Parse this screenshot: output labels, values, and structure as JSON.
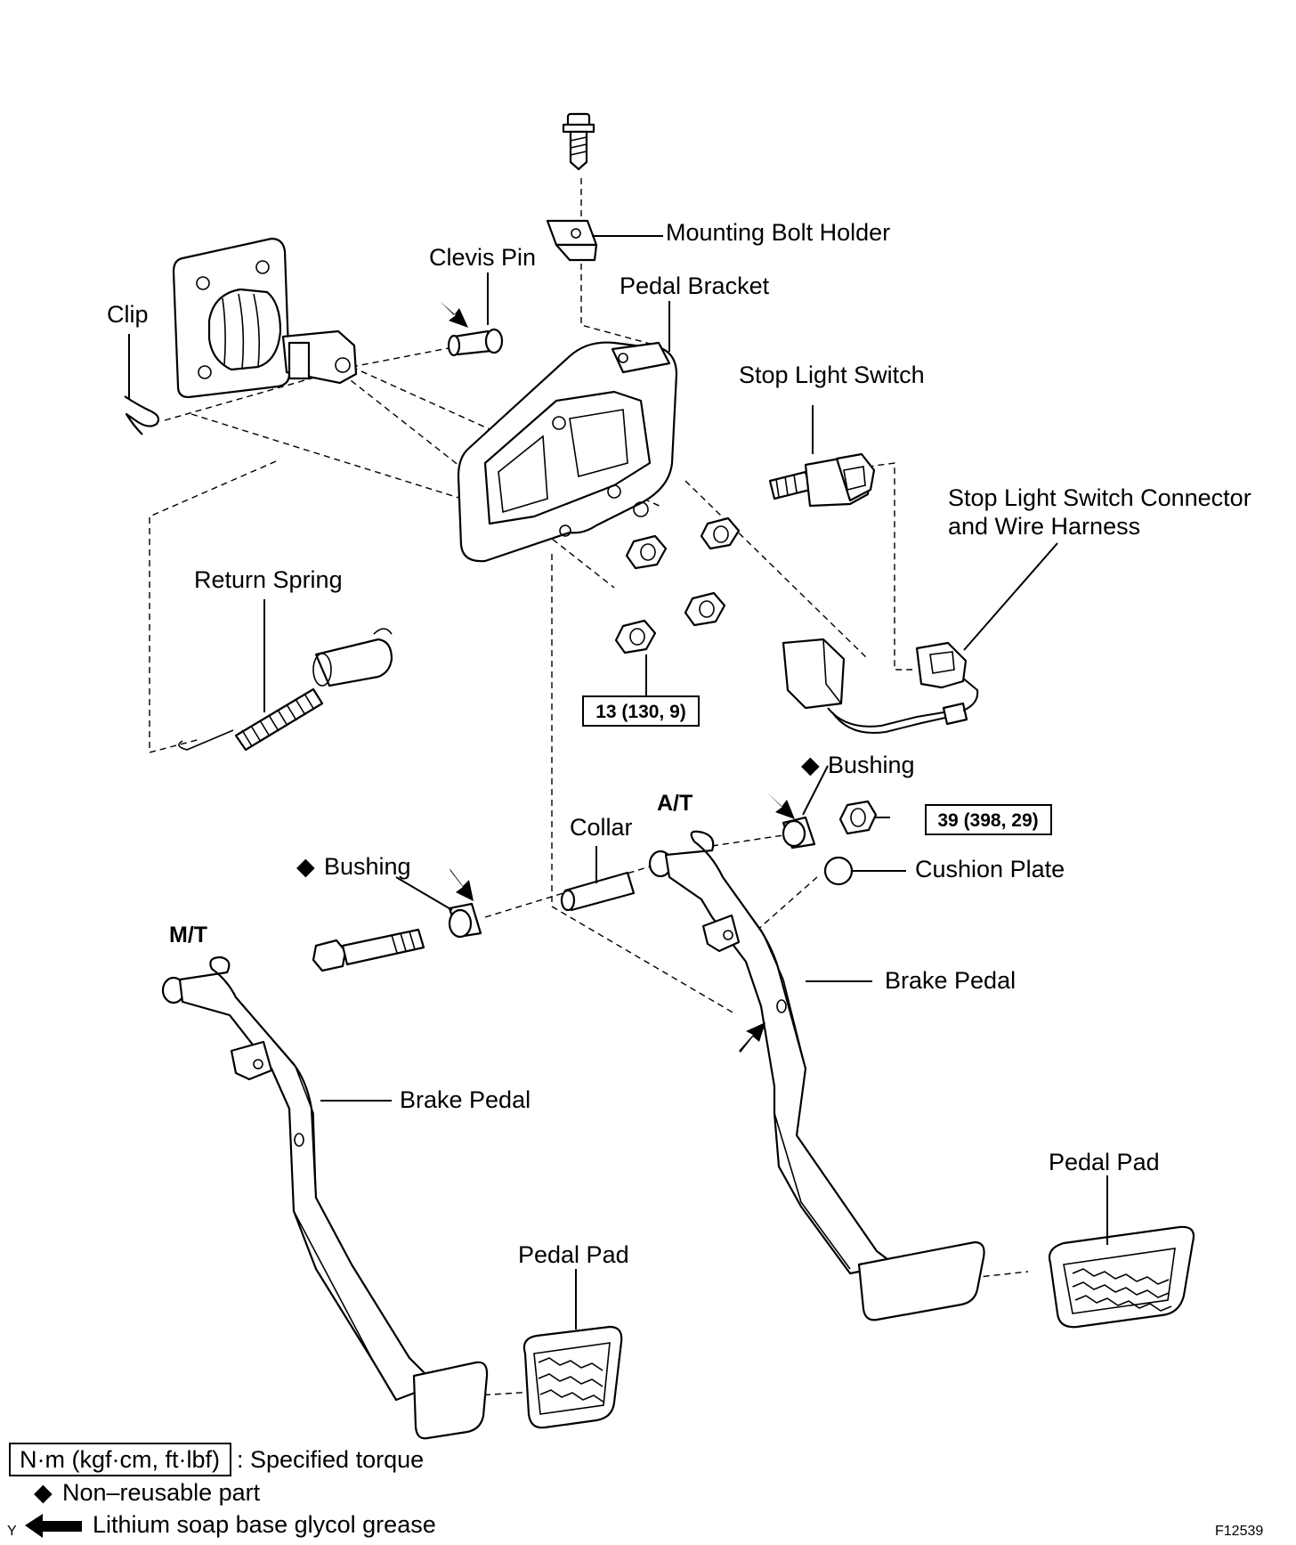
{
  "figure_code": "F12539",
  "labels": {
    "mounting_bolt_holder": "Mounting Bolt Holder",
    "clevis_pin": "Clevis Pin",
    "pedal_bracket": "Pedal Bracket",
    "clip": "Clip",
    "stop_light_switch": "Stop Light Switch",
    "stop_light_switch_connector_1": "Stop Light Switch Connector",
    "stop_light_switch_connector_2": "and Wire Harness",
    "return_spring": "Return Spring",
    "bushing_upper": "Bushing",
    "bushing_lower": "Bushing",
    "collar": "Collar",
    "cushion_plate": "Cushion Plate",
    "brake_pedal_at": "Brake Pedal",
    "brake_pedal_mt": "Brake Pedal",
    "pedal_pad_at": "Pedal Pad",
    "pedal_pad_mt": "Pedal Pad",
    "at": "A/T",
    "mt": "M/T"
  },
  "torques": {
    "nuts": "13 (130, 9)",
    "pedal_bolt": "39 (398, 29)"
  },
  "legend": {
    "torque_unit": "N·m (kgf·cm, ft·lbf)",
    "torque_desc": ": Specified torque",
    "nonreusable": "Non–reusable part",
    "grease": "Lithium soap base glycol grease",
    "grease_prefix": "Y",
    "diamond_symbol": "◆"
  }
}
